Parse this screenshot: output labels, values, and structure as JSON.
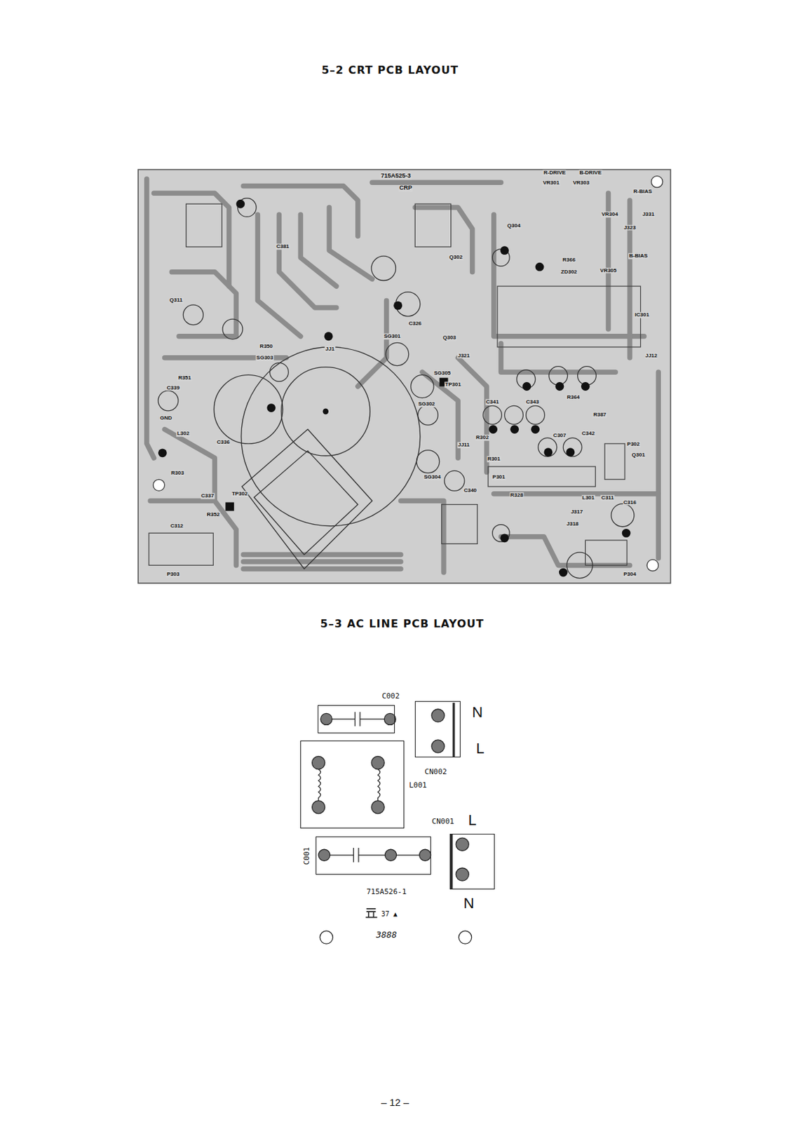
{
  "diagram": {
    "title": "5–2 CRT PCB LAYOUT",
    "nodes": [
      {
        "text": [
          "C002"
        ]
      },
      {
        "text": [
          "CN002"
        ]
      },
      {
        "text": [
          "L001"
        ]
      },
      {
        "text": [
          "CN001"
        ]
      },
      {
        "text": [
          "C001"
        ]
      }
    ],
    "labels": [
      "715A525-3",
      "CRP",
      "R-DRIVE",
      "B-DRIVE",
      "VR301",
      "VR303",
      "R-BIAS",
      "VR304",
      "J331",
      "J323",
      "B-BIAS",
      "VR305",
      "Q304",
      "Q302",
      "R366",
      "ZD302",
      "Q311",
      "C381",
      "C326",
      "IC301",
      "SG301",
      "Q303",
      "R350",
      "SG303",
      "JJ1",
      "J321",
      "JJ12",
      "R351",
      "SG305",
      "TP301",
      "C339",
      "R364",
      "C341",
      "C343",
      "SG302",
      "GND",
      "R387",
      "C342",
      "L302",
      "C307",
      "C336",
      "R302",
      "P302",
      "Q301",
      "JJ11",
      "R301",
      "R303",
      "C340",
      "SG304",
      "P301",
      "C337",
      "TP302",
      "R328",
      "L301",
      "C311",
      "C316",
      "R352",
      "J317",
      "J318",
      "C312",
      "P303",
      "P304",
      "5–3 AC LINE PCB LAYOUT",
      "N",
      "L",
      "L",
      "N",
      "715A526-1",
      "37 ▲",
      "3888",
      "– 12 –"
    ]
  }
}
